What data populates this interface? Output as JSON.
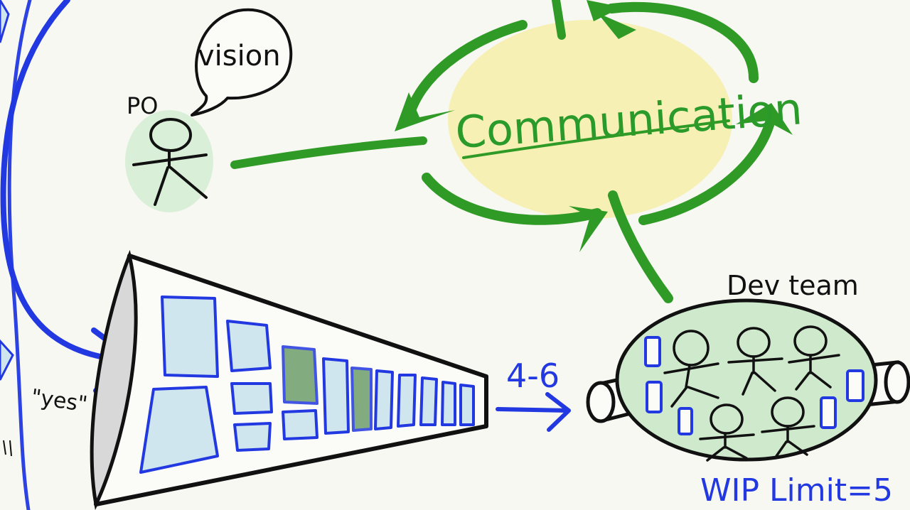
{
  "labels": {
    "vision": "vision",
    "po": "PO",
    "communication": "Communication",
    "dev_team": "Dev team",
    "yes": "\"yes\"",
    "range": "4-6",
    "wip_limit": "WIP Limit=5"
  },
  "colors": {
    "background": "#f8f8f3",
    "communication_green": "#2f9a26",
    "communication_glow": "#f6f0b4",
    "po_fill": "#d9efd7",
    "team_fill": "#cfe9cc",
    "funnel_blue": "#2238e0",
    "card_fill": "#cfe6ee",
    "card_wip_fill": "#6e9f6a",
    "ink": "#111111"
  },
  "icons": {
    "po": "stick-figure-icon",
    "speech": "speech-bubble-icon",
    "team": "team-cluster-icon",
    "funnel": "backlog-funnel-icon"
  }
}
